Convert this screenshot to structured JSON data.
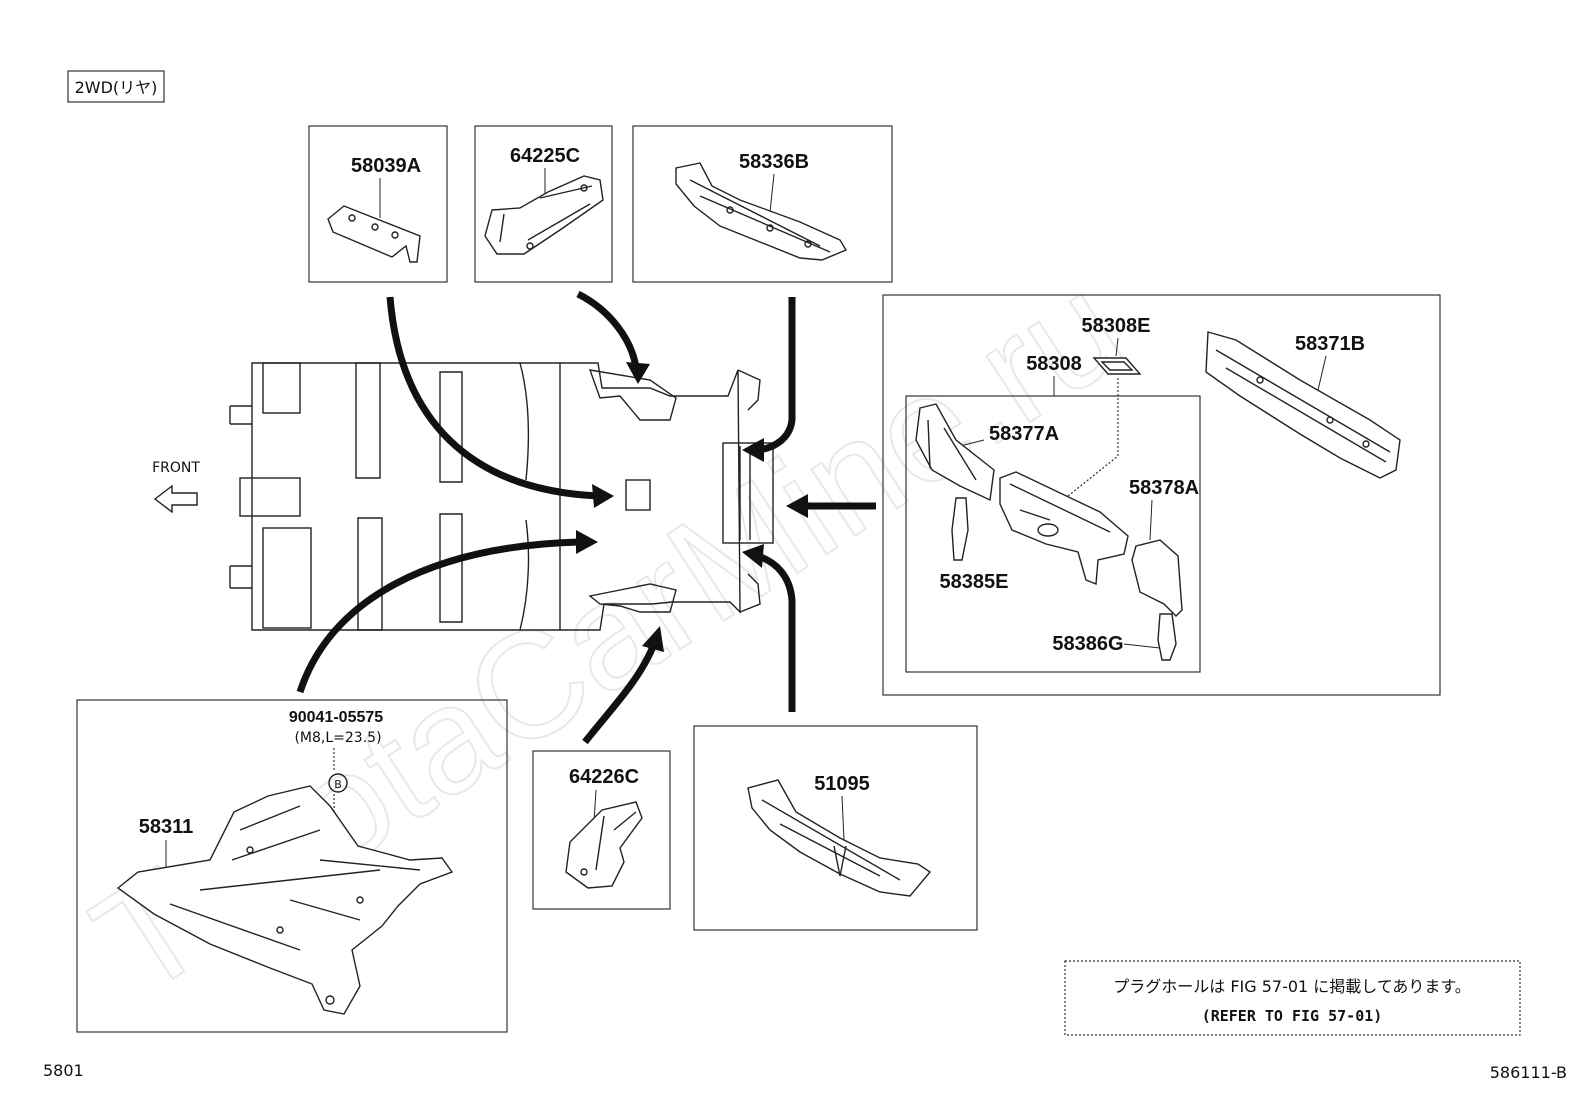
{
  "header": {
    "variant_tag": "2WD(リヤ)"
  },
  "watermark": "ToyotaCarMine.ru",
  "body_diagram": {
    "front_label": "FRONT"
  },
  "parts": {
    "p58039A": "58039A",
    "p64225C": "64225C",
    "p58336B": "58336B",
    "p58308E": "58308E",
    "p58308": "58308",
    "p58371B": "58371B",
    "p58377A": "58377A",
    "p58378A": "58378A",
    "p58385E": "58385E",
    "p58386G": "58386G",
    "p90041": "90041-05575",
    "p90041_spec": "(M8,L=23.5)",
    "p90041_mark": "B",
    "p58311": "58311",
    "p64226C": "64226C",
    "p51095": "51095"
  },
  "note": {
    "line1": "プラグホールは FIG 57-01 に掲載してあります。",
    "line2": "(REFER TO FIG 57-01)"
  },
  "footer": {
    "page_left": "5801",
    "figure_code": "586111-B"
  }
}
